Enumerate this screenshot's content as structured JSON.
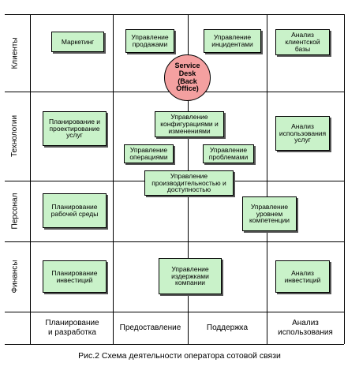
{
  "rows": [
    "Клиенты",
    "Технологии",
    "Персонал",
    "Финансы"
  ],
  "columns": [
    "Планирование\nи разработка",
    "Предоставление",
    "Поддержка",
    "Анализ\nиспользования"
  ],
  "center_node": "Service\nDesk\n(Back\nOffice)",
  "boxes": {
    "marketing": "Маркетинг",
    "sales": "Управление продажами",
    "incidents": "Управление инцидентами",
    "client_base": "Анализ клиентской базы",
    "planning_design": "Планирование и проектирование услуг",
    "config_changes": "Управление конфигурациями и изменениями",
    "service_usage": "Анализ использования услуг",
    "operations": "Управление операциями",
    "problems": "Управление проблемами",
    "performance": "Управление производительностью и доступностью",
    "workplace": "Планирование рабочей среды",
    "competence": "Управление уровнем компетенции",
    "investment_planning": "Планирование инвестиций",
    "costs": "Управление издержками компании",
    "investment_analysis": "Анализ инвестиций"
  },
  "caption": "Рис.2 Схема деятельности оператора сотовой связи"
}
